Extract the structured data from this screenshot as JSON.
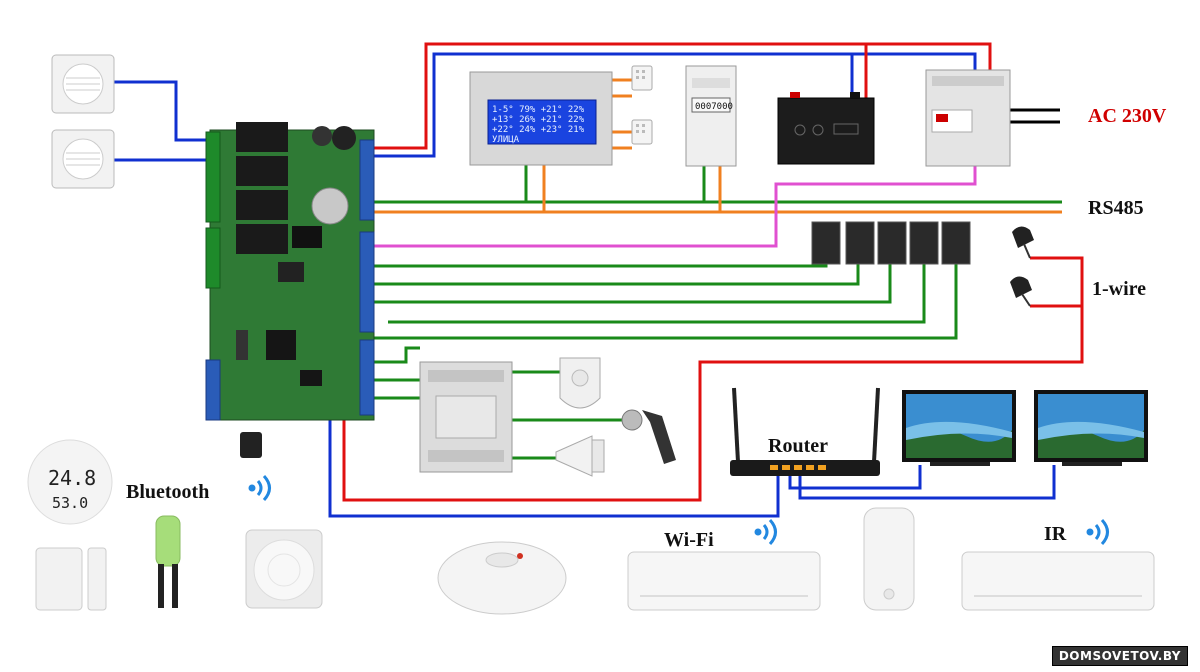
{
  "labels": {
    "ac": "AC 230V",
    "rs485": "RS485",
    "onewire": "1-wire",
    "bluetooth": "Bluetooth",
    "router": "Router",
    "wifi": "Wi-Fi",
    "ir": "IR"
  },
  "display": {
    "rows": [
      "1-5° 79%  +21° 22%",
      " +13° 26%  +21° 22%",
      " +22° 24%  +23° 21%",
      " УЛИЦА"
    ]
  },
  "meter": {
    "reading": "0007000"
  },
  "thermohygrometer": {
    "temperature": "24.8",
    "humidity": "53.0"
  },
  "watermark": "DOMSOVETOV.BY",
  "colors": {
    "red": "#e01010",
    "blue": "#1030d0",
    "green": "#1a8a1a",
    "orange": "#f08020",
    "magenta": "#e050d0",
    "label_red": "#d00000"
  }
}
